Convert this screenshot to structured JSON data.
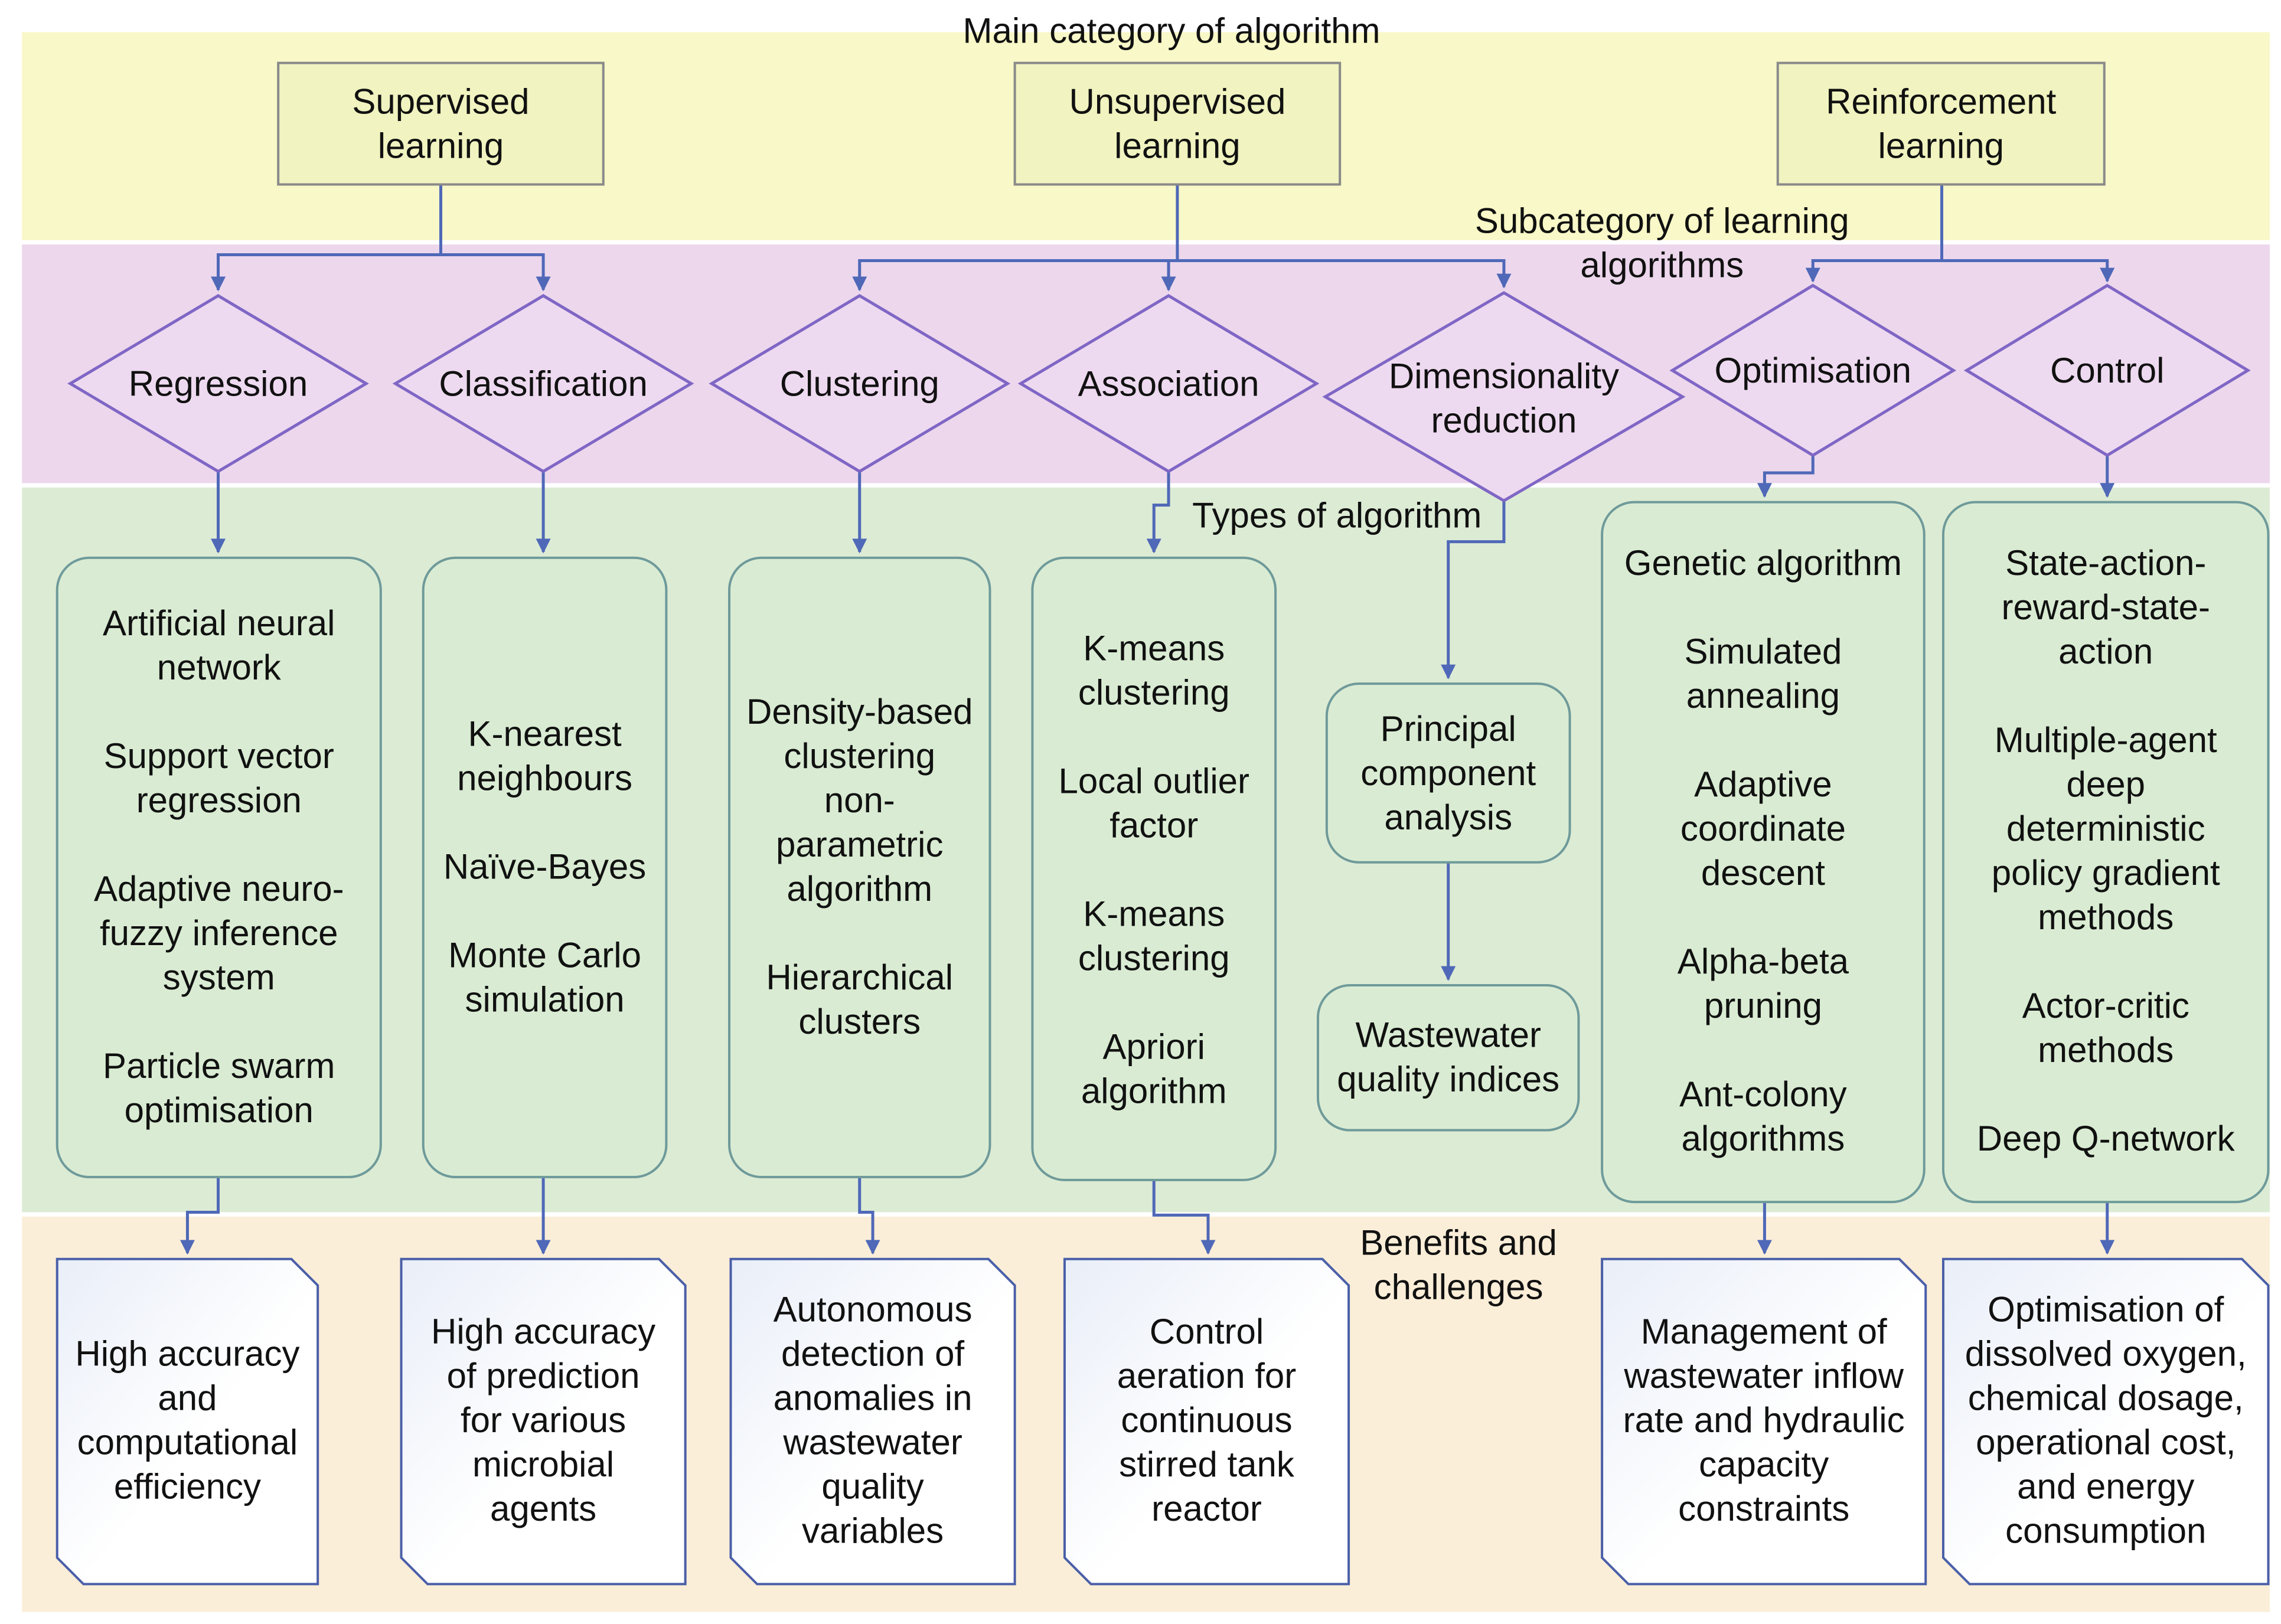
{
  "bands": {
    "main_label": "Main category of algorithm",
    "sub_label": [
      "Subcategory of learning",
      "algorithms"
    ],
    "types_label": "Types of algorithm",
    "benefits_label": [
      "Benefits and",
      "challenges"
    ]
  },
  "categories": [
    {
      "id": "supervised",
      "lines": [
        "Supervised",
        "learning"
      ]
    },
    {
      "id": "unsupervised",
      "lines": [
        "Unsupervised",
        "learning"
      ]
    },
    {
      "id": "reinforcement",
      "lines": [
        "Reinforcement",
        "learning"
      ]
    }
  ],
  "subcategories": [
    {
      "id": "regression",
      "lines": [
        "Regression"
      ]
    },
    {
      "id": "classification",
      "lines": [
        "Classification"
      ]
    },
    {
      "id": "clustering",
      "lines": [
        "Clustering"
      ]
    },
    {
      "id": "association",
      "lines": [
        "Association"
      ]
    },
    {
      "id": "dimensionality",
      "lines": [
        "Dimensionality",
        "reduction"
      ]
    },
    {
      "id": "optimisation",
      "lines": [
        "Optimisation"
      ]
    },
    {
      "id": "control",
      "lines": [
        "Control"
      ]
    }
  ],
  "algorithms": [
    {
      "id": "regression-algorithms",
      "lines": [
        "Artificial neural",
        "network",
        "",
        "Support vector",
        "regression",
        "",
        "Adaptive neuro-",
        "fuzzy inference",
        "system",
        "",
        "Particle swarm",
        "optimisation"
      ]
    },
    {
      "id": "classification-algorithms",
      "lines": [
        "K-nearest",
        "neighbours",
        "",
        "Naïve-Bayes",
        "",
        "Monte Carlo",
        "simulation"
      ]
    },
    {
      "id": "clustering-algorithms",
      "lines": [
        "Density-based",
        "clustering",
        "non-",
        "parametric",
        "algorithm",
        "",
        "Hierarchical",
        "clusters"
      ]
    },
    {
      "id": "association-algorithms",
      "lines": [
        "K-means",
        "clustering",
        "",
        "Local outlier",
        "factor",
        "",
        "K-means",
        "clustering",
        "",
        "Apriori",
        "algorithm"
      ]
    },
    {
      "id": "pca",
      "lines": [
        "Principal",
        "component",
        "analysis"
      ]
    },
    {
      "id": "wqi",
      "lines": [
        "Wastewater",
        "quality indices"
      ]
    },
    {
      "id": "optimisation-algorithms",
      "lines": [
        "Genetic algorithm",
        "",
        "Simulated",
        "annealing",
        "",
        "Adaptive",
        "coordinate",
        "descent",
        "",
        "Alpha-beta",
        "pruning",
        "",
        "Ant-colony",
        "algorithms"
      ]
    },
    {
      "id": "control-algorithms",
      "lines": [
        "State-action-",
        "reward-state-",
        "action",
        "",
        "Multiple-agent",
        "deep",
        "deterministic",
        "policy gradient",
        "methods",
        "",
        "Actor-critic",
        "methods",
        "",
        "Deep Q-network"
      ]
    }
  ],
  "benefits": [
    {
      "id": "benefit-regression",
      "lines": [
        "High accuracy",
        "and",
        "computational",
        "efficiency"
      ]
    },
    {
      "id": "benefit-classification",
      "lines": [
        "High accuracy",
        "of prediction",
        "for  various",
        "microbial",
        "agents"
      ]
    },
    {
      "id": "benefit-clustering",
      "lines": [
        "Autonomous",
        "detection of",
        "anomalies in",
        "wastewater",
        "quality",
        "variables"
      ]
    },
    {
      "id": "benefit-association",
      "lines": [
        "Control",
        "aeration for",
        "continuous",
        "stirred tank",
        "reactor"
      ]
    },
    {
      "id": "benefit-optimisation",
      "lines": [
        "Management of",
        "wastewater inflow",
        "rate and hydraulic",
        "capacity",
        "constraints"
      ]
    },
    {
      "id": "benefit-control",
      "lines": [
        "Optimisation of",
        "dissolved oxygen,",
        "chemical dosage,",
        "operational cost,",
        "and energy",
        "consumption"
      ]
    }
  ],
  "colors": {
    "band_main": "#f8f8c8",
    "band_sub": "#ecd7ec",
    "band_types": "#dcebd4",
    "band_benefits": "#fbeed8",
    "category_fill": "#f1f3c0",
    "diamond_stroke": "#7f66c5",
    "diamond_fill": "#eedaf0",
    "algo_fill": "#d9ecd3",
    "algo_stroke": "#6f9a9a",
    "doc_stroke": "#4a5fa8",
    "connector": "#4f68b8"
  }
}
